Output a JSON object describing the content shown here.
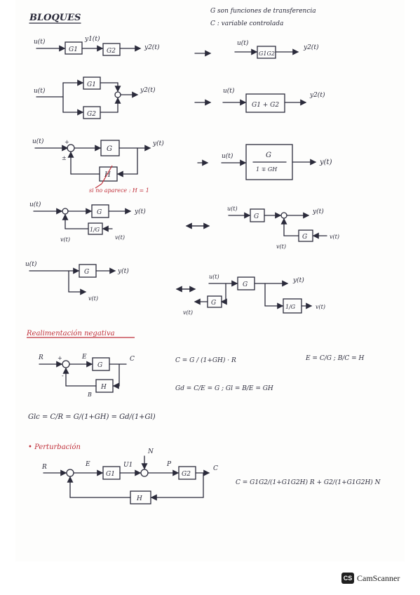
{
  "title": "BLOQUES",
  "notes": [
    "G son funciones de transferencia",
    "C : variable controlada"
  ],
  "series_block": {
    "input": "u(t)",
    "g1": "G1",
    "mid": "y1(t)",
    "g2": "G2",
    "output": "y2(t)",
    "equiv_input": "u(t)",
    "equiv_block": "G1G2",
    "equiv_output": "y2(t)"
  },
  "parallel_block": {
    "input": "u(t)",
    "g1": "G1",
    "g2": "G2",
    "output": "y2(t)",
    "equiv_input": "u(t)",
    "equiv_block": "G1 + G2",
    "equiv_output": "y2(t)"
  },
  "feedback_block": {
    "input": "u(t)",
    "plus": "+",
    "pm": "±",
    "g": "G",
    "h": "H",
    "output": "y(t)",
    "note": "si no aparece : H = 1",
    "equiv_input": "u(t)",
    "equiv_num": "G",
    "equiv_den": "1 ∓ GH",
    "equiv_output": "y(t)"
  },
  "summing_move": {
    "left": {
      "input": "u(t)",
      "g": "G",
      "output": "y(t)",
      "inv": "1/G",
      "v": "v(t)",
      "v2": "v(t)"
    },
    "right": {
      "input": "u(t)",
      "g": "G",
      "output": "y(t)",
      "g2": "G",
      "v": "v(t)",
      "v2": "v(t)"
    }
  },
  "pickoff_move": {
    "left": {
      "input": "u(t)",
      "g": "G",
      "output": "y(t)",
      "v": "v(t)"
    },
    "right": {
      "input": "u(t)",
      "g": "G",
      "output": "y(t)",
      "g2": "G",
      "v": "v(t)",
      "inv": "1/G",
      "v2": "v(t)"
    }
  },
  "neg_feedback": {
    "heading": "Realimentación negativa",
    "r": "R",
    "plus": "+",
    "minus": "-",
    "e": "E",
    "g": "G",
    "c": "C",
    "b": "B",
    "h": "H",
    "eq1": "C = G / (1+GH) · R",
    "eq2": "E = C/G ; B/C = H",
    "eq3": "Gd = C/E = G ; Gl = B/E = GH",
    "eq4": "Glc = C/R = G/(1+GH) = Gd/(1+Gl)"
  },
  "disturbance": {
    "heading": "• Perturbación",
    "r": "R",
    "e": "E",
    "g1": "G1",
    "u1": "U1",
    "n": "N",
    "p": "P",
    "g2": "G2",
    "c": "C",
    "h": "H",
    "eq": "C = G1G2/(1+G1G2H) R + G2/(1+G1G2H) N"
  },
  "watermark": "CamScanner"
}
